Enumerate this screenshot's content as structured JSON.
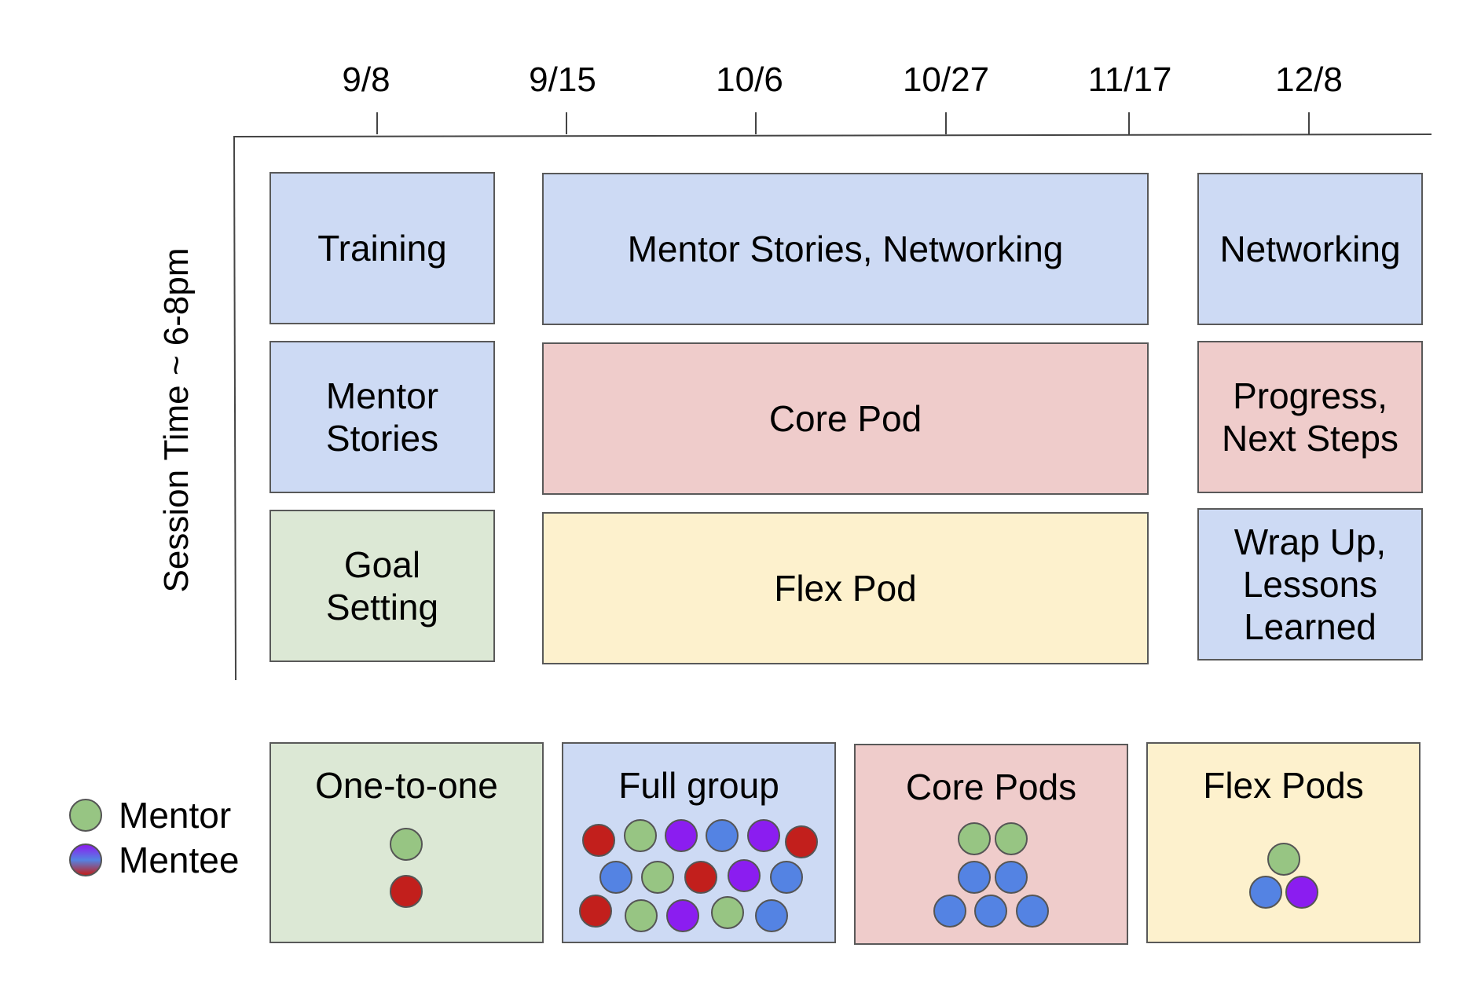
{
  "axis": {
    "dates": [
      "9/8",
      "9/15",
      "10/6",
      "10/27",
      "11/17",
      "12/8"
    ],
    "y_label": "Session Time ~ 6-8pm"
  },
  "sessions": {
    "training": "Training",
    "mentor_stories_networking": "Mentor Stories, Networking",
    "networking": "Networking",
    "mentor_stories": "Mentor\nStories",
    "core_pod": "Core Pod",
    "progress_next_steps": "Progress,\nNext Steps",
    "goal_setting": "Goal\nSetting",
    "flex_pod": "Flex Pod",
    "wrap_up": "Wrap Up,\nLessons\nLearned"
  },
  "groups": {
    "one_to_one": "One-to-one",
    "full_group": "Full group",
    "core_pods": "Core Pods",
    "flex_pods": "Flex Pods"
  },
  "legend": {
    "mentor": "Mentor",
    "mentee": "Mentee"
  },
  "colors": {
    "blue_box": "#cddaf4",
    "red_box": "#efcccb",
    "yellow_box": "#fdf1cd",
    "green_box": "#dce8d5",
    "mentor_dot": "#97c583",
    "mentee_red": "#c21f1c",
    "mentee_purple": "#8b1df0",
    "mentee_blue": "#5483e3"
  }
}
